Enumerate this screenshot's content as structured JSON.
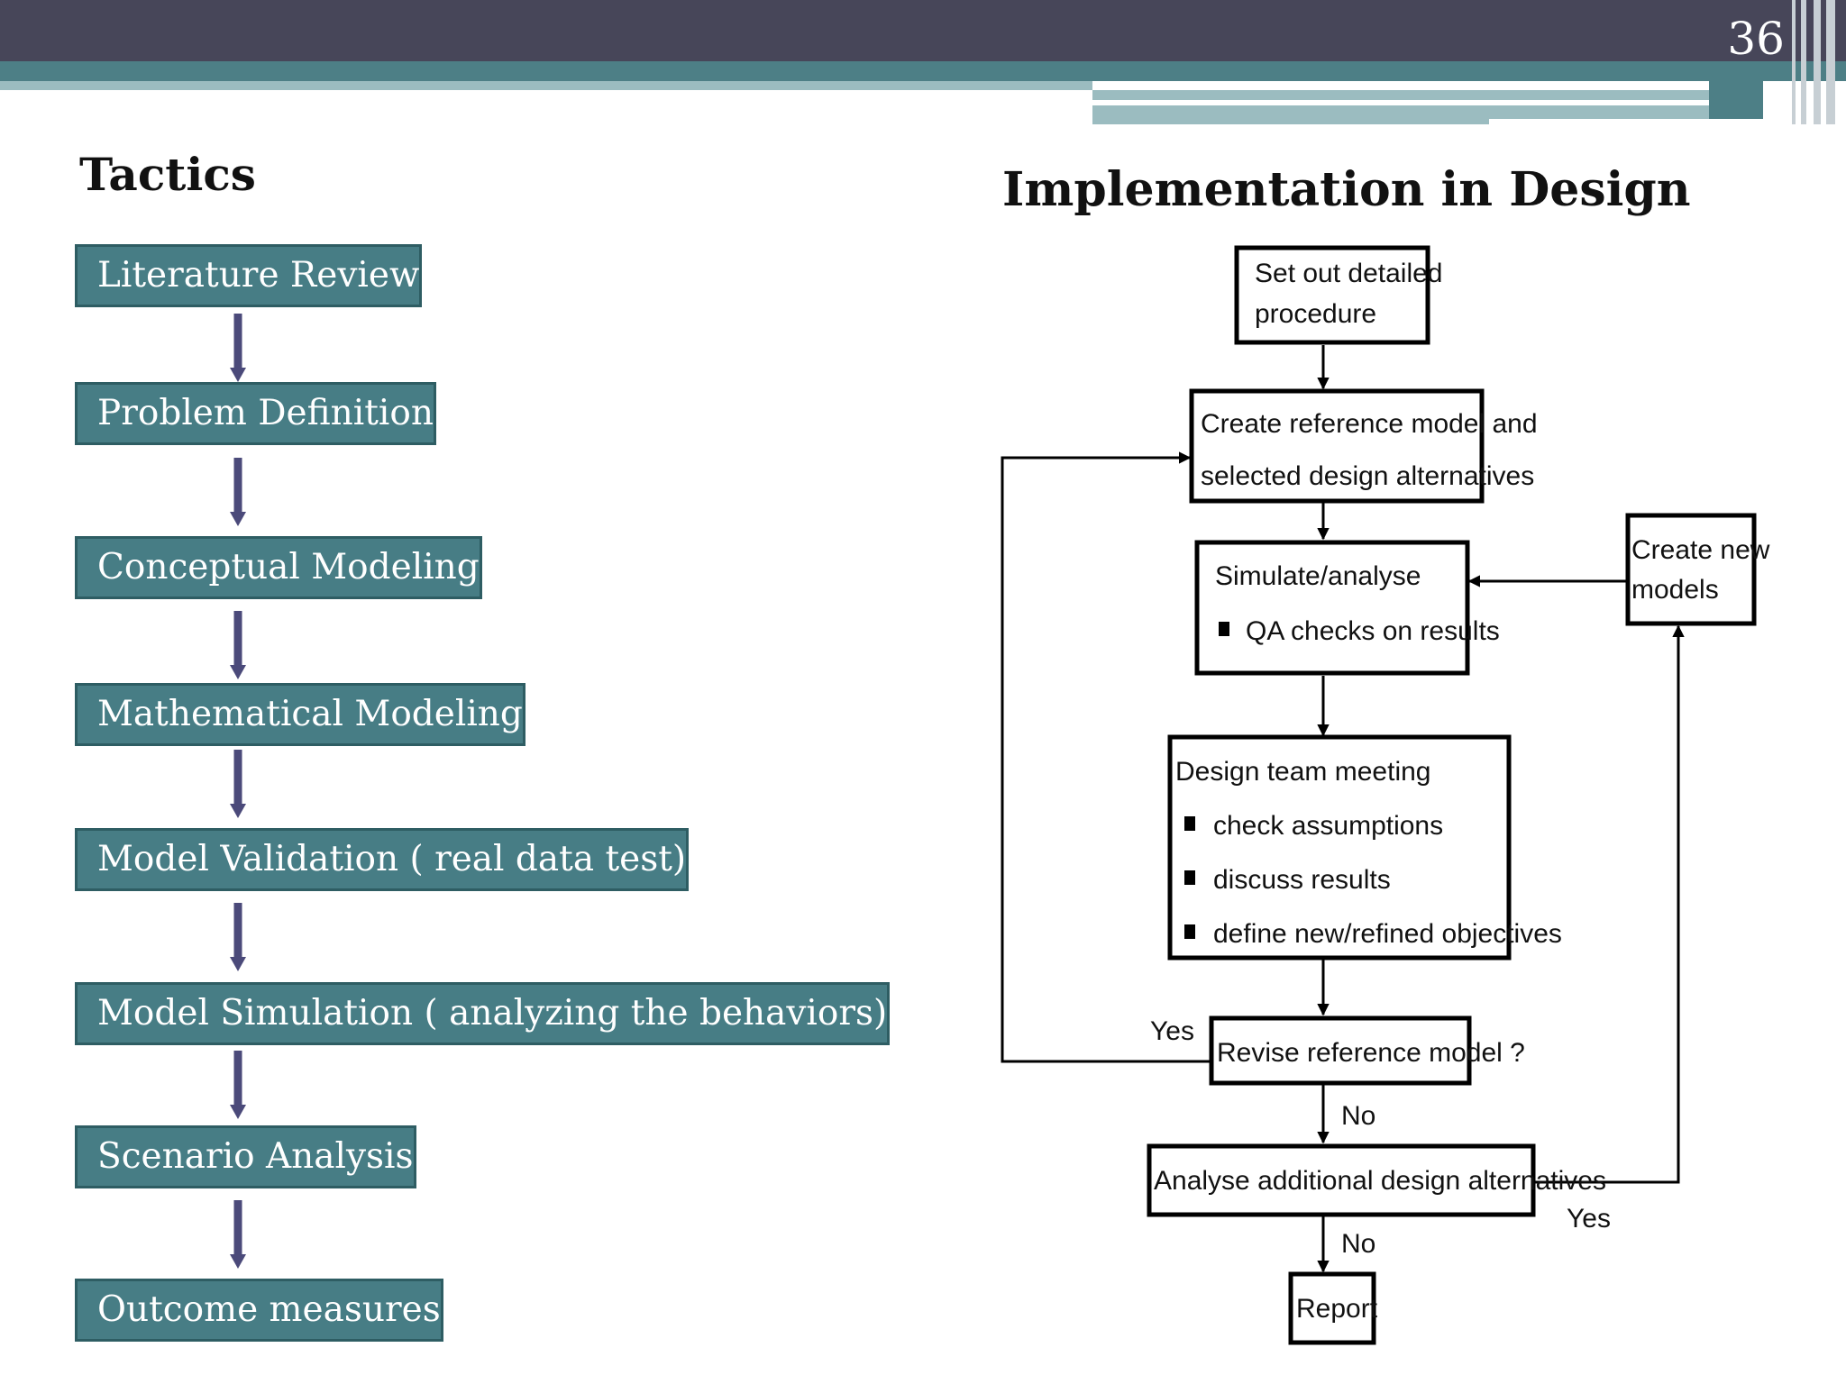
{
  "slide_number": "36",
  "tactics": {
    "title": "Tactics",
    "steps": [
      "Literature Review",
      "Problem Definition",
      "Conceptual Modeling",
      "Mathematical Modeling",
      "Model Validation ( real data test)",
      "Model Simulation ( analyzing the behaviors)",
      "Scenario Analysis",
      "Outcome measures"
    ]
  },
  "design": {
    "title": "Implementation in Design",
    "boxes": {
      "procedure": [
        "Set out detailed",
        "procedure"
      ],
      "reference": [
        "Create reference model and",
        "selected design alternatives"
      ],
      "simulate": [
        "Simulate/analyse",
        "QA checks on results"
      ],
      "meeting": [
        "Design team meeting",
        "check assumptions",
        "discuss results",
        "define new/refined objectives"
      ],
      "revise": [
        "Revise reference model ?"
      ],
      "analyse": [
        "Analyse additional design alternatives"
      ],
      "report": [
        "Report"
      ],
      "new_models": [
        "Create new",
        "models"
      ]
    },
    "labels": {
      "yes_revise": "Yes",
      "no_revise": "No",
      "yes_analyse": "Yes",
      "no_analyse": "No"
    }
  },
  "colors": {
    "header": "#474659",
    "accent": "#4d7f86",
    "step_fill": "#477d85",
    "arrow": "#4b4a7a"
  }
}
